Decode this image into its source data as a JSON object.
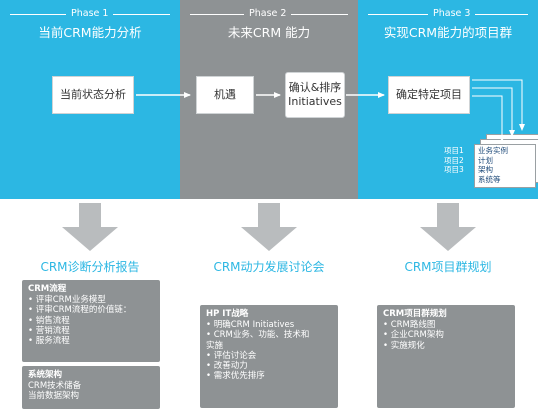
{
  "phases": [
    {
      "label": "Phase 1",
      "title": "当前CRM能力分析"
    },
    {
      "label": "Phase 2",
      "title": "未来CRM 能力"
    },
    {
      "label": "Phase 3",
      "title": "实现CRM能力的项目群"
    }
  ],
  "flow_boxes": [
    {
      "text": "当前状态分析"
    },
    {
      "text": "机遇"
    },
    {
      "text_line1": "确认&排序",
      "text_line2": "Initiatives"
    },
    {
      "text": "确定特定项目"
    }
  ],
  "project_stack": {
    "left_labels": [
      "项目1",
      "项目2",
      "项目3"
    ],
    "card_lines": [
      "业务实例",
      "计划",
      "架构",
      "系统等"
    ]
  },
  "sections": [
    {
      "title": "CRM诊断分析报告",
      "blocks": [
        {
          "head": "CRM流程",
          "lines": [
            "• 评审CRM业务模型",
            "• 评审CRM流程的价值链：",
            "• 销售流程",
            "• 营销流程",
            "• 服务流程"
          ]
        },
        {
          "head": "系统架构",
          "lines": [
            "CRM技术储备",
            "当前数据架构"
          ]
        }
      ]
    },
    {
      "title": "CRM动力发展讨论会",
      "blocks": [
        {
          "head": "HP IT战略",
          "lines": [
            "• 明确CRM Initiatives",
            "• CRM业务、功能、技术和",
            "   实施",
            "• 评估讨论会",
            "• 改善动力",
            "• 需求优先排序"
          ]
        }
      ]
    },
    {
      "title": "CRM项目群规划",
      "blocks": [
        {
          "head": "CRM项目群规划",
          "lines": [
            "• CRM路线图",
            "• 企业CRM架构",
            "• 实施规化"
          ]
        }
      ]
    }
  ],
  "colors": {
    "blue": "#2cb7e3",
    "gray": "#8e9294",
    "arrow_gray": "#b9bcbe"
  }
}
